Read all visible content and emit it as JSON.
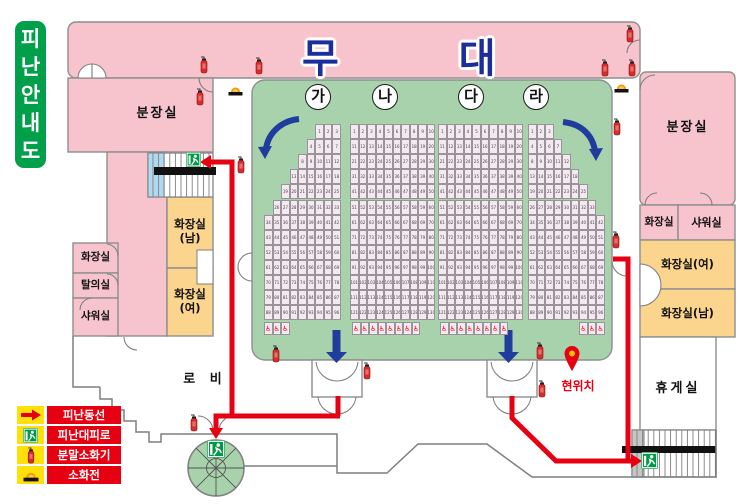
{
  "title": "피난안내도",
  "stage": {
    "label": "무대"
  },
  "seating": {
    "sections": [
      {
        "label": "가",
        "row_counts": [
          3,
          4,
          5,
          6,
          7,
          8,
          9,
          9,
          9,
          9,
          9,
          9,
          9
        ],
        "wheelchair_seats": 3
      },
      {
        "label": "나",
        "row_counts": [
          10,
          10,
          10,
          10,
          10,
          10,
          10,
          10,
          10,
          10,
          10,
          10,
          10
        ],
        "wheelchair_seats": 8
      },
      {
        "label": "다",
        "row_counts": [
          10,
          10,
          10,
          10,
          10,
          10,
          10,
          10,
          10,
          10,
          10,
          10,
          10
        ],
        "wheelchair_seats": 8
      },
      {
        "label": "라",
        "row_counts": [
          3,
          4,
          5,
          6,
          7,
          8,
          9,
          9,
          9,
          9,
          9,
          9,
          9
        ],
        "wheelchair_seats": 3
      }
    ]
  },
  "rooms": {
    "dressing_left": "분장실",
    "dressing_right": "분장실",
    "toilet_small": "화장실",
    "changing": "탈의실",
    "shower_small": "샤워실",
    "toilet_m_left": "화장실\n(남)",
    "toilet_f_left": "화장실\n(여)",
    "toilet_right": "화장실",
    "shower_right": "샤워실",
    "toilet_f_right": "화장실(여)",
    "toilet_m_right": "화장실(남)",
    "rest_area": "휴게실",
    "lobby": "로 비"
  },
  "markers": {
    "current_location": "현위치"
  },
  "legend": {
    "items": [
      {
        "icon": "evac-arrow-icon",
        "label": "피난동선"
      },
      {
        "icon": "exit-sign-icon",
        "label": "피난대피로"
      },
      {
        "icon": "fire-extinguisher-icon",
        "label": "분말소화기"
      },
      {
        "icon": "hydrant-alarm-icon",
        "label": "소화전"
      }
    ]
  },
  "safety_icons": {
    "fire_extinguishers": [
      [
        199,
        56
      ],
      [
        195,
        88
      ],
      [
        254,
        57
      ],
      [
        625,
        25
      ],
      [
        600,
        59
      ],
      [
        627,
        59
      ],
      [
        612,
        118
      ],
      [
        611,
        231
      ],
      [
        271,
        345
      ],
      [
        362,
        362
      ],
      [
        535,
        342
      ],
      [
        537,
        380
      ],
      [
        236,
        156
      ],
      [
        189,
        414
      ]
    ],
    "alarms": [
      [
        228,
        83
      ],
      [
        614,
        80
      ]
    ],
    "exit_signs": [
      [
        186,
        152
      ],
      [
        207,
        440
      ],
      [
        641,
        452
      ]
    ]
  },
  "colors": {
    "room_pink": "#F7C4CD",
    "room_yellow": "#FBD58E",
    "seating_green": "#A8D2AB",
    "route_red": "#E60012",
    "arrow_blue": "#203D9D",
    "exit_green": "#009845",
    "title_green": "#00A04B",
    "legend_yellow": "#FFE008",
    "stage_text": "#1C2D9C"
  }
}
